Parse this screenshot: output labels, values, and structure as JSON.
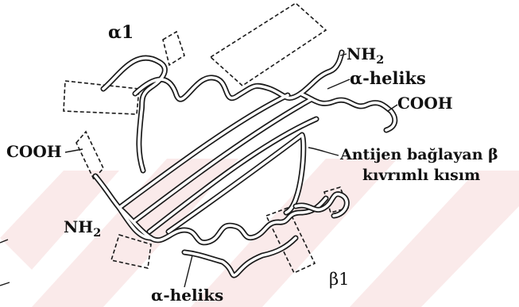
{
  "labels": {
    "alpha1": "α1",
    "nh2_top": "NH",
    "nh2_top_sub": "2",
    "alpha_helix_top": "α-heliks",
    "cooh_right": "COOH",
    "cooh_left": "COOH",
    "antigen_binding_line1": "Antijen bağlayan β",
    "antigen_binding_line2": "kıvrımlı kısım",
    "nh2_left": "NH",
    "nh2_left_sub": "2",
    "beta1": "β1",
    "alpha_helix_bottom": "α-heliks"
  },
  "colors": {
    "ink": "#1a1a1a",
    "ribbon_fill": "#ffffff",
    "watermark": "#f3d3d3"
  }
}
